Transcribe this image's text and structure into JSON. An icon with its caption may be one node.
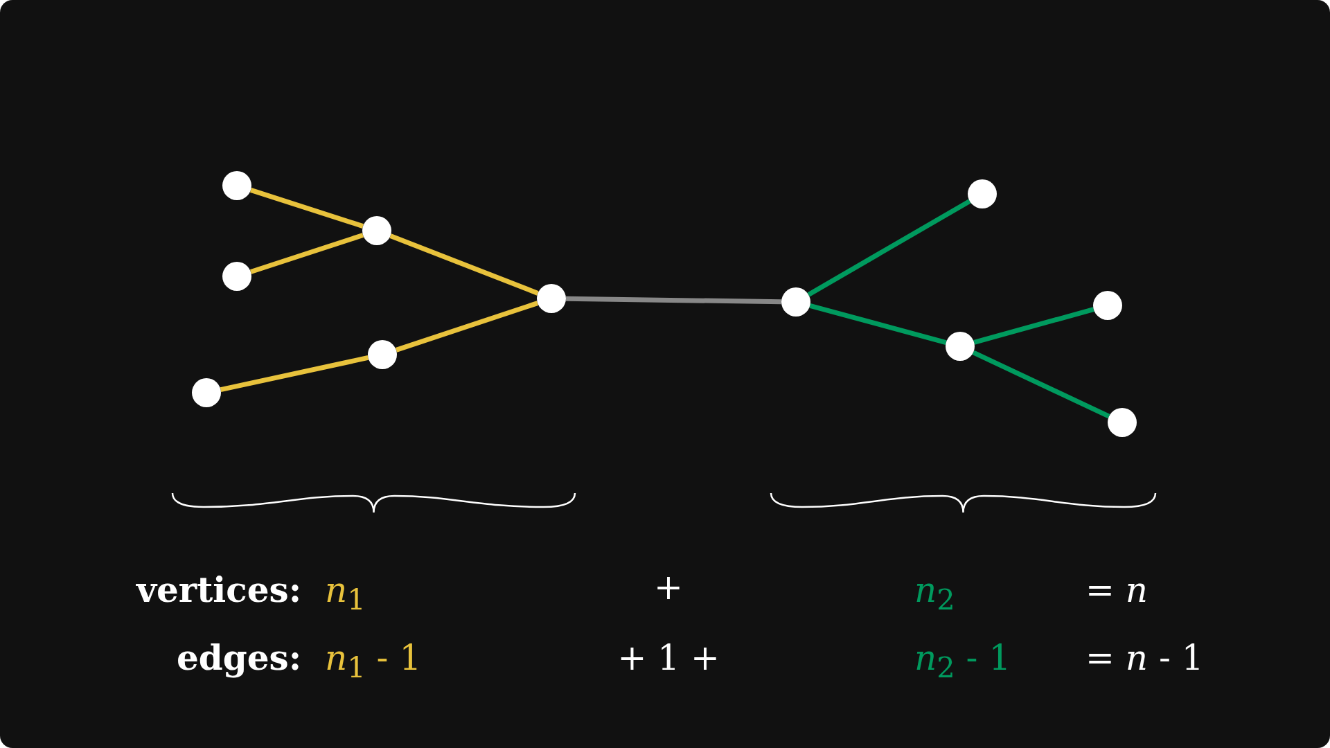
{
  "diagram": {
    "nodes": [
      {
        "text": [],
        "shape": "circle"
      },
      {
        "text": [],
        "shape": "circle"
      },
      {
        "text": [],
        "shape": "circle"
      },
      {
        "text": [],
        "shape": "circle"
      },
      {
        "text": [],
        "shape": "circle"
      },
      {
        "text": [],
        "shape": "circle"
      },
      {
        "text": [],
        "shape": "circle"
      },
      {
        "text": [],
        "shape": "circle"
      },
      {
        "text": [],
        "shape": "circle"
      },
      {
        "text": [],
        "shape": "circle"
      },
      {
        "text": [],
        "shape": "circle"
      }
    ],
    "edges": [
      {
        "from": 0,
        "to": 1,
        "arrow": "none",
        "color": "#e8c23c"
      },
      {
        "from": 2,
        "to": 1,
        "arrow": "none",
        "color": "#e8c23c"
      },
      {
        "from": 1,
        "to": 3,
        "arrow": "none",
        "color": "#e8c23c"
      },
      {
        "from": 5,
        "to": 4,
        "arrow": "none",
        "color": "#e8c23c"
      },
      {
        "from": 4,
        "to": 3,
        "arrow": "none",
        "color": "#e8c23c"
      },
      {
        "from": 3,
        "to": 6,
        "arrow": "none",
        "color": "#888888"
      },
      {
        "from": 6,
        "to": 7,
        "arrow": "none",
        "color": "#009a5e"
      },
      {
        "from": 6,
        "to": 8,
        "arrow": "none",
        "color": "#009a5e"
      },
      {
        "from": 8,
        "to": 9,
        "arrow": "none",
        "color": "#009a5e"
      },
      {
        "from": 8,
        "to": 10,
        "arrow": "none",
        "color": "#009a5e"
      }
    ],
    "labels": [
      "vertices:",
      "*n*$_{1}$",
      "+",
      "*n*$_{2}$",
      "= *n*",
      "edges:",
      "*n*$_{1}$ - 1",
      "+ 1 +",
      "*n*$_{2}$ - 1",
      "= *n* - 1"
    ]
  }
}
